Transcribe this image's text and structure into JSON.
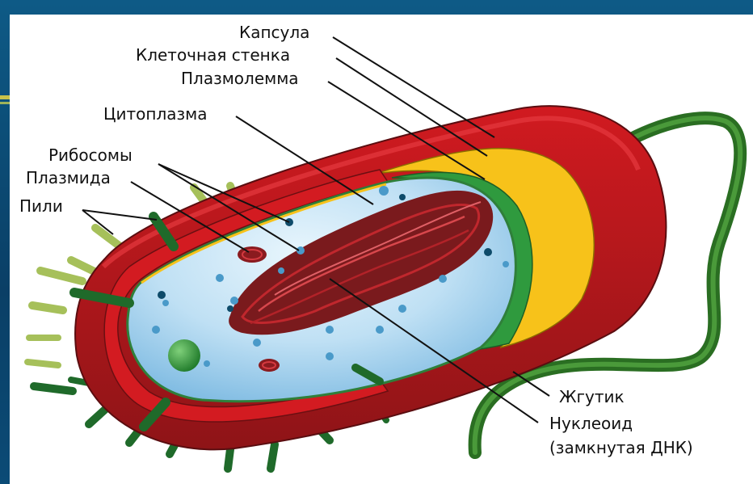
{
  "diagram": {
    "labels": {
      "capsule": "Капсула",
      "cell_wall": "Клеточная стенка",
      "plasmalemma": "Плазмолемма",
      "cytoplasm": "Цитоплазма",
      "ribosomes": "Рибосомы",
      "plasmid": "Плазмида",
      "pili": "Пили",
      "flagellum": "Жгутик",
      "nucleoid_line1": "Нуклеоид",
      "nucleoid_line2": "(замкнутая ДНК)"
    },
    "colors": {
      "capsule": "#c8141b",
      "capsule_dark": "#7d1518",
      "cell_wall": "#f7c21a",
      "plasmalemma": "#2f9a3e",
      "cytoplasm": "#bfe0f4",
      "cytoplasm_deep": "#6fb1dc",
      "nucleoid": "#9a1e22",
      "pili": "#1f6a2a",
      "pili_light": "#a6c05a",
      "flagellum": "#2a6e22",
      "slide_background": "#0b4b76"
    }
  }
}
